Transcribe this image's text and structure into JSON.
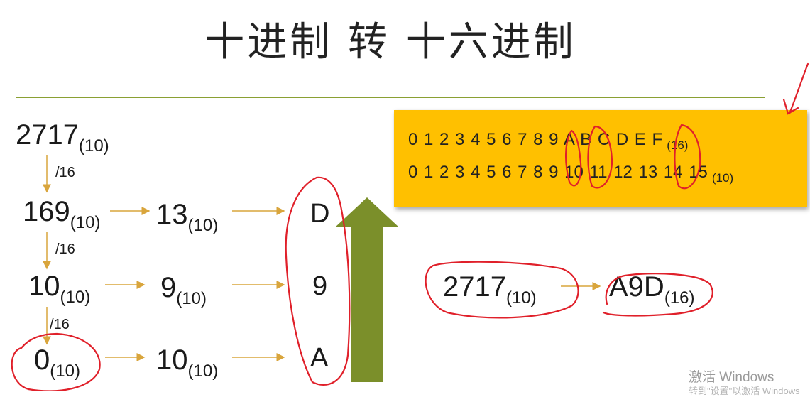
{
  "title": "十进制 转 十六进制",
  "chain": {
    "n2717": "2717",
    "n169": "169",
    "n10": "10",
    "n0": "0",
    "base10": "(10)",
    "div_label": "/16"
  },
  "remainders": {
    "r13": "13",
    "r9": "9",
    "r10": "10",
    "base10": "(10)"
  },
  "hex_digits": {
    "d1": "D",
    "d2": "9",
    "d3": "A"
  },
  "hex_table": {
    "hex_row": "0 1 2 3 4 5 6 7 8 9  A   B   C   D   E   F",
    "hex_suffix": "(16)",
    "dec_row": "0 1 2 3 4 5 6 7 8 9 10 11 12 13 14 15",
    "dec_suffix": "(10)"
  },
  "result": {
    "left": "2717",
    "left_base": "(10)",
    "right": "A9D",
    "right_base": "(16)"
  },
  "watermark": {
    "line1": "激活 Windows",
    "line2": "转到\"设置\"以激活 Windows"
  },
  "colors": {
    "accent_line": "#8aa033",
    "table_bg": "#ffc000",
    "big_arrow": "#7b8f2a",
    "small_arrows": "#d9a53c",
    "ink": "#e0202a"
  }
}
